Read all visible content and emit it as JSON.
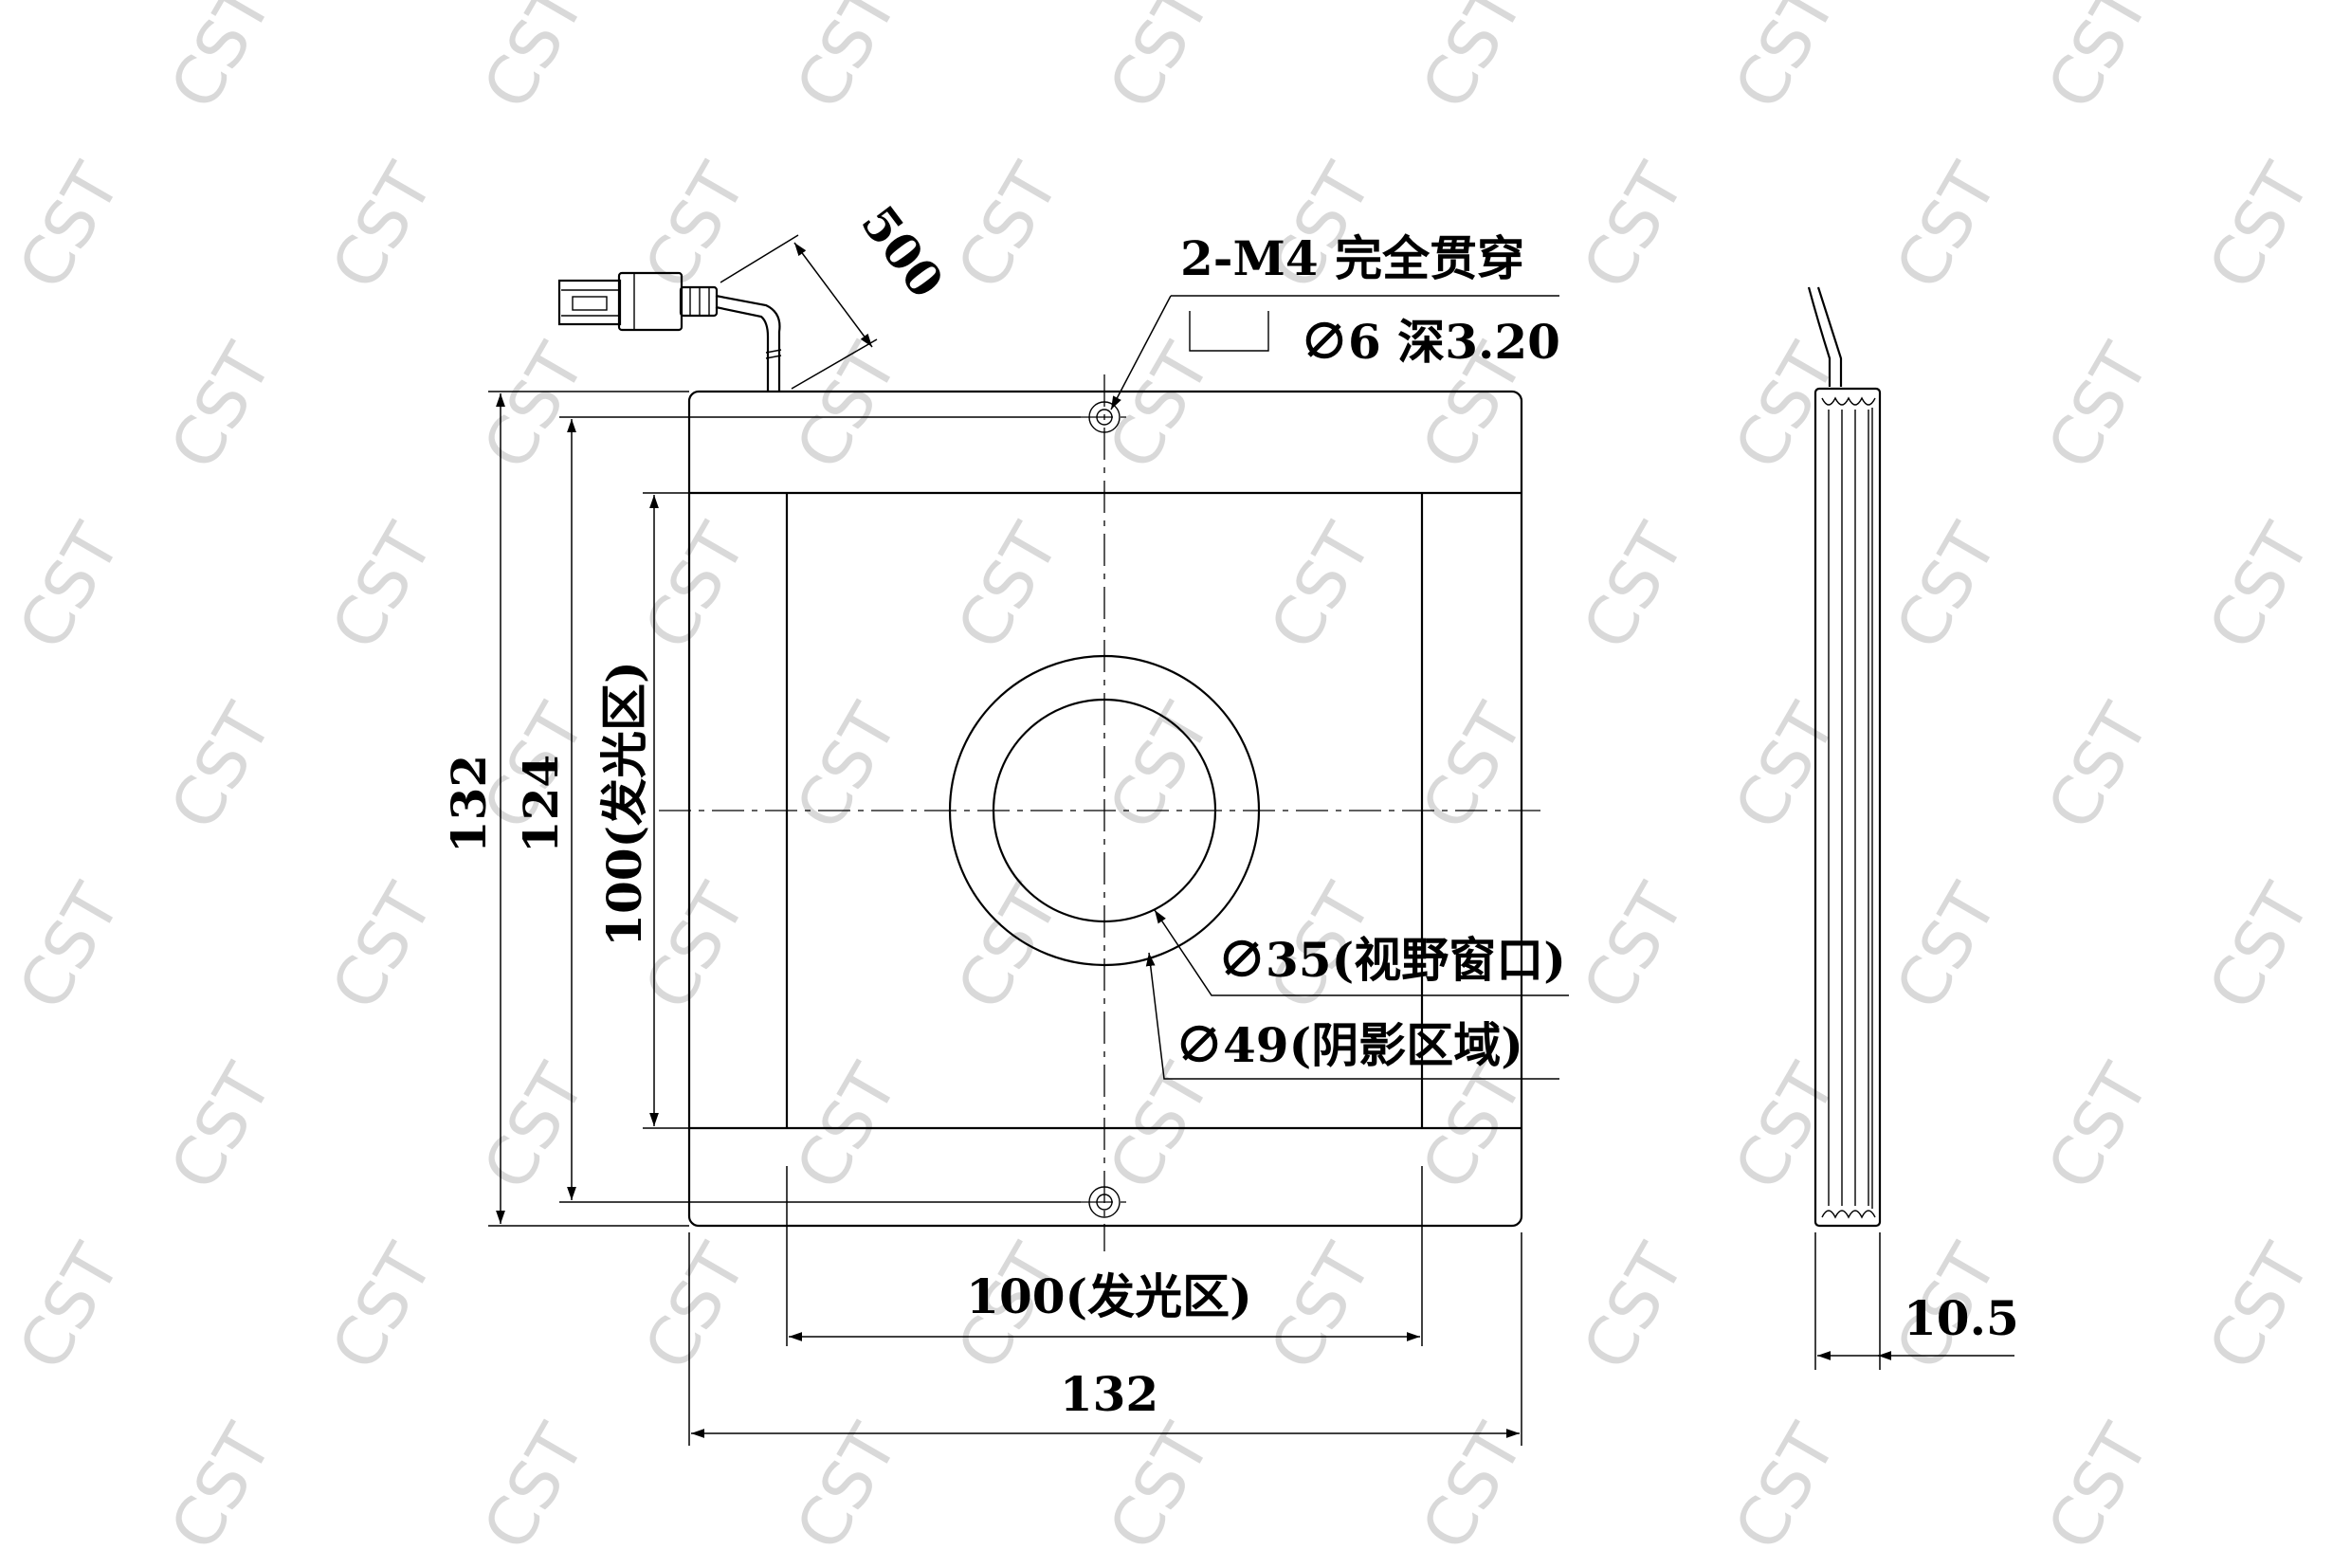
{
  "watermark": "CST",
  "colors": {
    "line": "#000000",
    "watermark": "#d9d9d9",
    "background": "#ffffff"
  },
  "labels": {
    "mount_spec_line1": "2-M4 完全贯穿",
    "mount_spec_line2": "∅6 深3.20",
    "cable_length": "500",
    "outer_height": "132",
    "mid_height": "124",
    "emit_height": "100(发光区)",
    "view_window": "∅35(视野窗口)",
    "shadow_zone": "∅49(阴影区域)",
    "emit_width": "100(发光区)",
    "outer_width": "132",
    "thickness": "10.5"
  }
}
